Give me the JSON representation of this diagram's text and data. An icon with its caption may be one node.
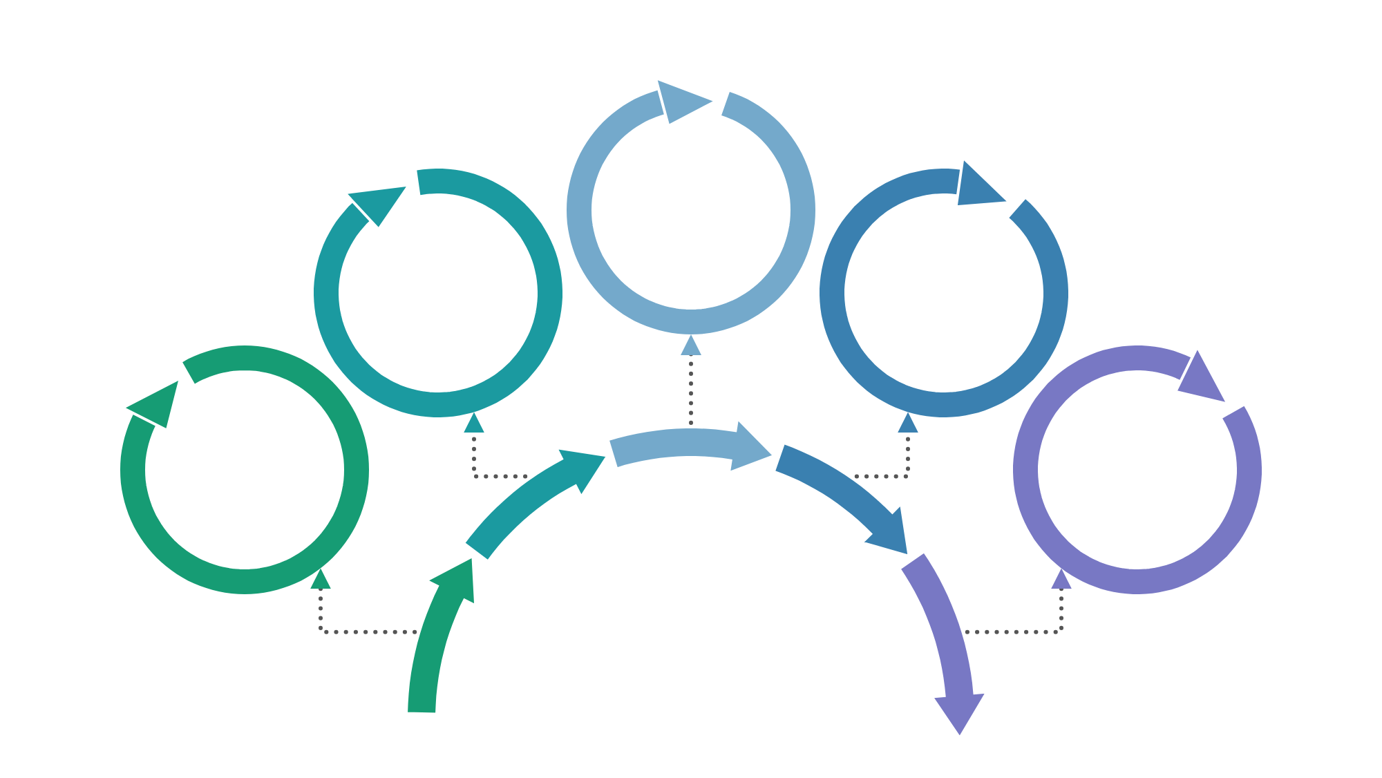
{
  "diagram": {
    "nodes": [
      {
        "text": [],
        "shape": "circle"
      },
      {
        "text": [],
        "shape": "circle"
      },
      {
        "text": [],
        "shape": "circle"
      },
      {
        "text": [],
        "shape": "circle"
      },
      {
        "text": [],
        "shape": "circle"
      },
      {
        "text": [],
        "shape": "arrow"
      },
      {
        "text": [],
        "shape": "arrow"
      },
      {
        "text": [],
        "shape": "arrow"
      },
      {
        "text": [],
        "shape": "arrow"
      },
      {
        "text": [],
        "shape": "arrow"
      }
    ],
    "edges": [
      {
        "from": 5,
        "to": 0,
        "arrow": "to",
        "style": "dashed"
      },
      {
        "from": 6,
        "to": 1,
        "arrow": "to",
        "style": "dashed"
      },
      {
        "from": 7,
        "to": 2,
        "arrow": "to",
        "style": "dashed"
      },
      {
        "from": 8,
        "to": 3,
        "arrow": "to",
        "style": "dashed"
      },
      {
        "from": 9,
        "to": 4,
        "arrow": "to",
        "style": "dashed"
      }
    ]
  }
}
